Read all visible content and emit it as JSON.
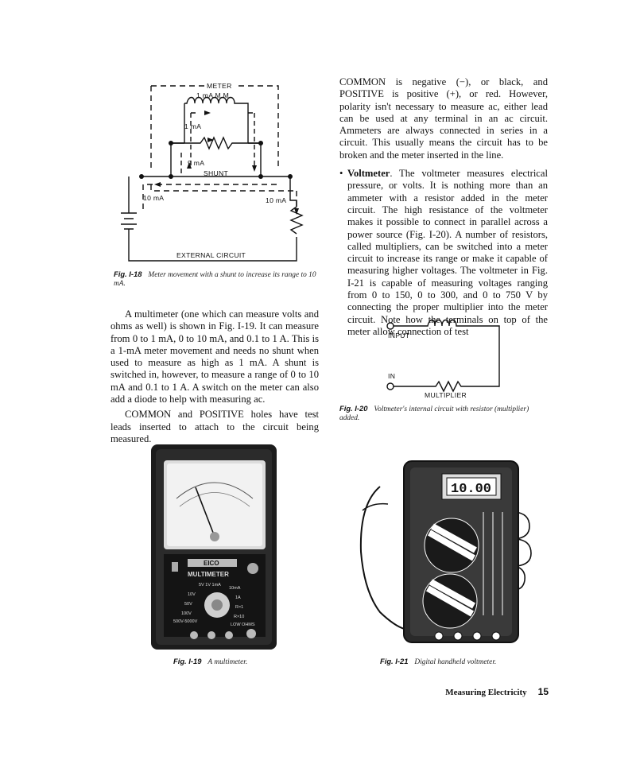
{
  "fig18": {
    "labels": {
      "meter": "METER",
      "mm": "1 mA M.M",
      "one_ma": "1 mA",
      "nine_ma": "9 mA",
      "shunt": "SHUNT",
      "ten_ma_left": "10 mA",
      "ten_ma_right": "10 mA",
      "external": "EXTERNAL CIRCUIT"
    },
    "number": "Fig. I-18",
    "caption": "Meter movement with a shunt to increase its range to 10 mA."
  },
  "fig20": {
    "labels": {
      "input": "INPUT",
      "in": "IN",
      "multiplier": "MULTIPLIER"
    },
    "number": "Fig. I-20",
    "caption": "Voltmeter's internal circuit with resistor (multiplier) added."
  },
  "fig19": {
    "number": "Fig. I-19",
    "caption": "A multimeter.",
    "brand": "EICO",
    "model": "MULTIMETER",
    "dial_labels": [
      "5V",
      "1V",
      "1mA",
      "10mA",
      "10V",
      "1A",
      "50V",
      "R×1",
      "100V",
      "R×10",
      "500V-5000V",
      "LOW OHMS"
    ]
  },
  "fig21": {
    "number": "Fig. I-21",
    "caption": "Digital handheld voltmeter.",
    "display": "10.00"
  },
  "right_col": {
    "p1": "COMMON is negative (−), or black, and POSITIVE is positive (+), or red. However, polarity isn't necessary to measure ac, either lead can be used at any terminal in an ac circuit. Ammeters are always connected in series in a circuit. This usually means the circuit has to be broken and the meter inserted in the line.",
    "bullet_term": "Voltmeter",
    "bullet_text": ". The voltmeter measures electrical pressure, or volts. It is nothing more than an ammeter with a resistor added in the meter circuit. The high resistance of the voltmeter makes it possible to connect in parallel across a power source (Fig. I-20). A number of resistors, called multipliers, can be switched into a meter circuit to increase its range or make it capable of measuring higher voltages. The voltmeter in Fig. I-21 is capable of measuring voltages ranging from 0 to 150, 0 to 300, and 0 to 750 V by connecting the proper multiplier into the meter circuit. Note how the terminals on top of the meter allow connection of test"
  },
  "left_col": {
    "p1": "A multimeter (one which can measure volts and ohms as well) is shown in Fig. I-19. It can measure from 0 to 1 mA, 0 to 10 mA, and 0.1 to 1 A. This is a 1-mA meter movement and needs no shunt when used to measure as high as 1 mA. A shunt is switched in, however, to measure a range of 0 to 10 mA and 0.1 to 1 A. A switch on the meter can also add a diode to help with measuring ac.",
    "p2": "COMMON and POSITIVE holes have test leads inserted to attach to the circuit being measured."
  },
  "footer": {
    "title": "Measuring Electricity",
    "page": "15"
  }
}
